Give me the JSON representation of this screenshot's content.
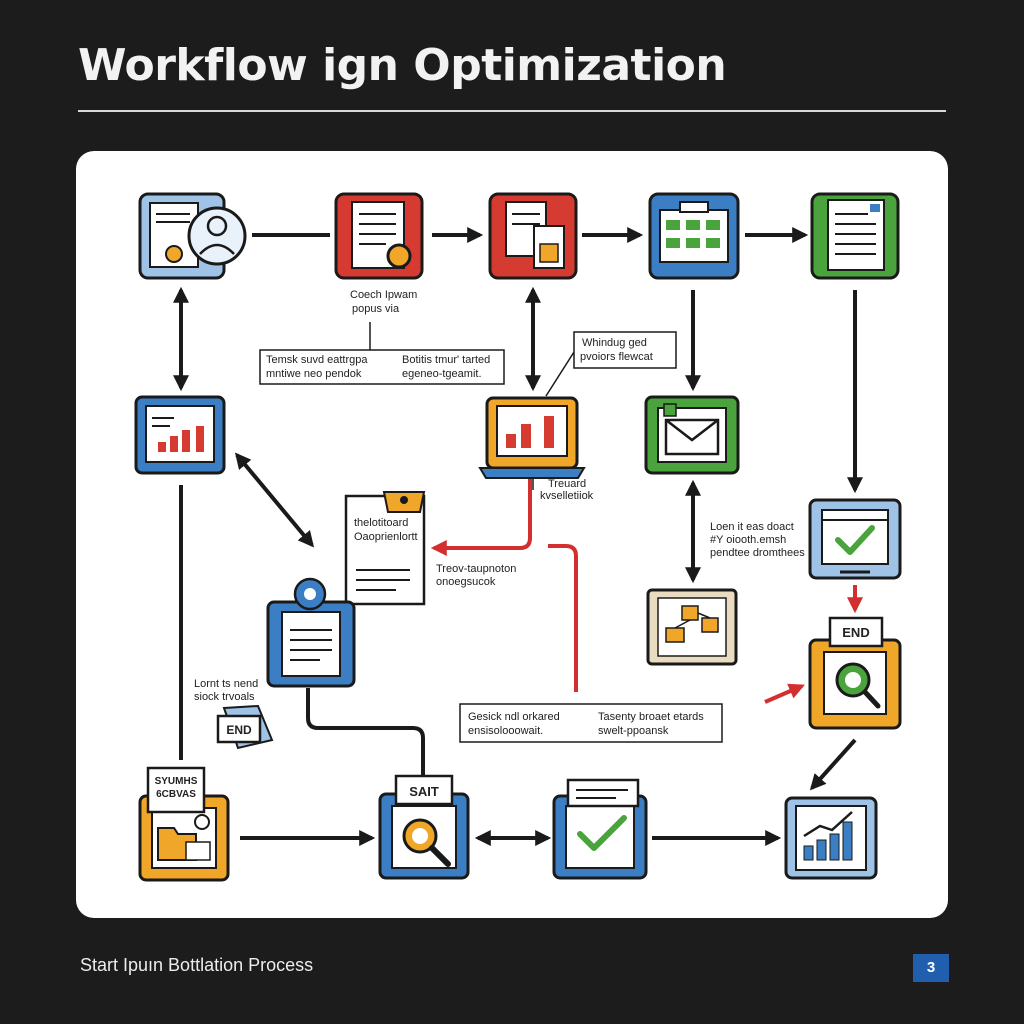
{
  "header": {
    "title": "Workflow ign Optimization"
  },
  "footer": {
    "caption": "Start Ipuın Bottlation Process",
    "page_number": "3"
  },
  "callouts": {
    "c1": {
      "line1": "Coech Ipwam",
      "line2": "popus via"
    },
    "c2": {
      "left1": "Temsk suvd eattrgpa",
      "left2": "mntiwe neo pendok",
      "right1": "Botitis tmur' tarted",
      "right2": "egeneo-tgeamit."
    },
    "c3": {
      "line1": "Whindug ged",
      "line2": "pvoiors flewcat"
    },
    "c4": {
      "line1": "Treuard",
      "line2": "kvselletiiok"
    },
    "c5": {
      "line1": "thelotitoard",
      "line2": "Oaoprienlortt"
    },
    "c6": {
      "line1": "Treov-taupnoton",
      "line2": "onoegsucok"
    },
    "c7": {
      "line1": "Loen it eas doact",
      "line2": "#Y oiooth.emsh",
      "line3": "pendtee dromthees"
    },
    "c8": {
      "line1": "Lornt ts nend",
      "line2": "siock trvoals"
    },
    "c9": {
      "left1": "Gesick ndl orkared",
      "left2": "ensisolooowait.",
      "right1": "Tasenty broaet etards",
      "right2": "swelt-ppoansk"
    }
  },
  "tags": {
    "end_left": "END",
    "end_right": "END",
    "salt": "SAIT",
    "summary1": "SYUMHS",
    "summary2": "6CBVAS"
  },
  "colors": {
    "red": "#d63b31",
    "blue": "#3b7ec4",
    "green": "#4aa33c",
    "orange": "#f0a629",
    "tan": "#c9b48a",
    "arrow": "#1a1a1a",
    "accent_arrow": "#d32f2f"
  }
}
